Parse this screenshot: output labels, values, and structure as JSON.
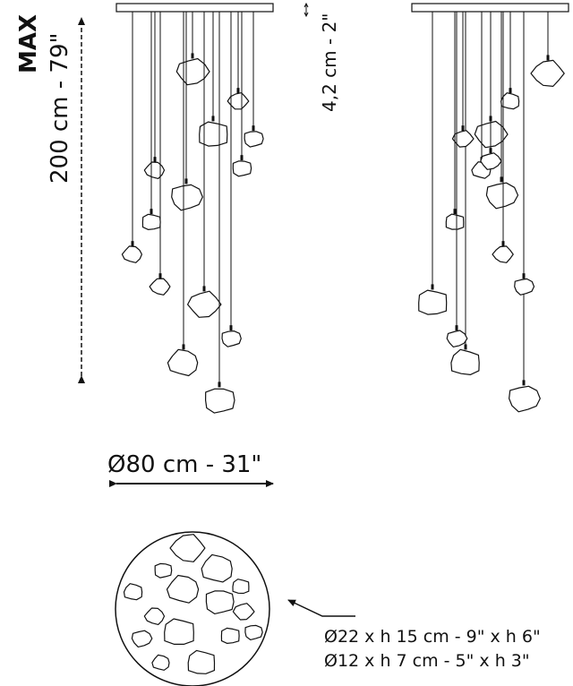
{
  "labels": {
    "max": "MAX",
    "height": "200 cm - 79\"",
    "canopy_height": "4,2 cm - 2\"",
    "diameter": "Ø80 cm - 31\"",
    "globe_large": "Ø22 x h 15 cm - 9\" x h 6\"",
    "globe_small": "Ø12 x h 7 cm - 5\" x h 3\""
  }
}
